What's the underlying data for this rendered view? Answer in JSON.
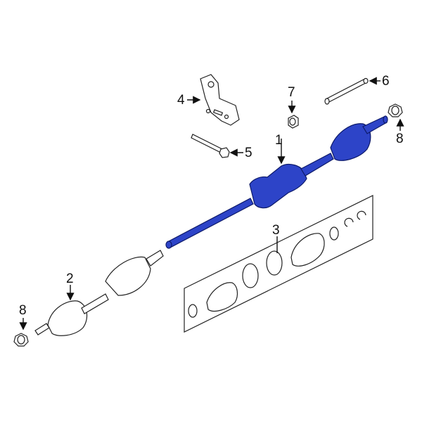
{
  "diagram": {
    "type": "exploded-parts-diagram",
    "subject": "CV axle / drive shaft assembly",
    "highlight_color": "#2d44c8",
    "callouts": [
      {
        "id": "callout-1",
        "label": "1",
        "part": "axle-assembly-highlighted"
      },
      {
        "id": "callout-2",
        "label": "2",
        "part": "axle-shaft-assembly"
      },
      {
        "id": "callout-3",
        "label": "3",
        "part": "boot-kit"
      },
      {
        "id": "callout-4",
        "label": "4",
        "part": "support-bracket"
      },
      {
        "id": "callout-5",
        "label": "5",
        "part": "bracket-bolt"
      },
      {
        "id": "callout-6",
        "label": "6",
        "part": "support-pin"
      },
      {
        "id": "callout-7",
        "label": "7",
        "part": "nut"
      },
      {
        "id": "callout-8a",
        "label": "8",
        "part": "axle-nut-right"
      },
      {
        "id": "callout-8b",
        "label": "8",
        "part": "axle-nut-left"
      }
    ]
  }
}
